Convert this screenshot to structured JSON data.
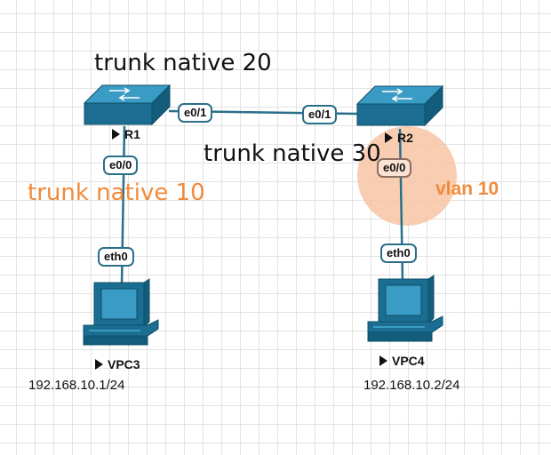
{
  "annotations": {
    "r1_trunk": "trunk native 20",
    "r2_trunk": "trunk native 30",
    "r1_access": "trunk native 10",
    "r2_access": "vlan 10"
  },
  "devices": {
    "r1": {
      "name": "R1",
      "icon": "switch-icon"
    },
    "r2": {
      "name": "R2",
      "icon": "switch-icon"
    },
    "vpc3": {
      "name": "VPC3",
      "ip": "192.168.10.1/24",
      "icon": "pc-icon"
    },
    "vpc4": {
      "name": "VPC4",
      "ip": "192.168.10.2/24",
      "icon": "pc-icon"
    }
  },
  "ports": {
    "r1_to_r2": "e0/1",
    "r2_to_r1": "e0/1",
    "r1_to_vpc3": "e0/0",
    "r2_to_vpc4": "e0/0",
    "vpc3": "eth0",
    "vpc4": "eth0"
  },
  "links": [
    {
      "from": "R1",
      "from_port": "e0/1",
      "to": "R2",
      "to_port": "e0/1"
    },
    {
      "from": "R1",
      "from_port": "e0/0",
      "to": "VPC3",
      "to_port": "eth0"
    },
    {
      "from": "R2",
      "from_port": "e0/0",
      "to": "VPC4",
      "to_port": "eth0"
    }
  ],
  "colors": {
    "device": "#1b6d92",
    "link": "#2a6f8a",
    "annotation_accent": "#f28a3a",
    "highlight": "#f7c4a4"
  }
}
